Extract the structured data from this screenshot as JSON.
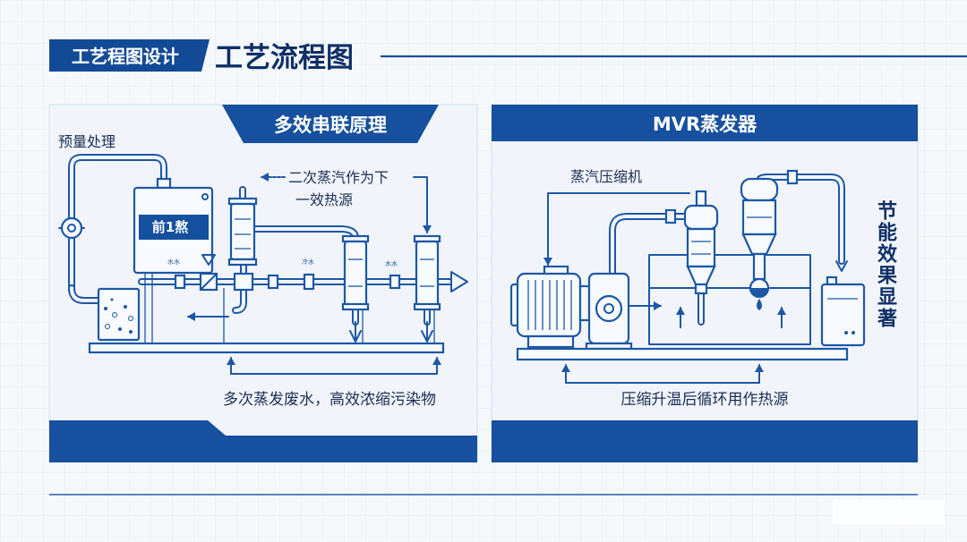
{
  "header": {
    "tag": "工艺程图设计",
    "title": "工艺流程图"
  },
  "left_panel": {
    "title": "多效串联原理",
    "pretreatment_label": "预量处理",
    "tank_label": "前1熬",
    "steam_note_line1": "二次蒸汽作为下",
    "steam_note_line2": "一效热源",
    "pipe_labels": [
      "水水",
      "冷水",
      "水水"
    ],
    "caption": "多次蒸发废水，高效浓缩污染物"
  },
  "right_panel": {
    "title": "MVR蒸发器",
    "compressor_label": "蒸汽压缩机",
    "side_note": "节能效果显著",
    "caption": "压缩升温后循环用作热源"
  },
  "colors": {
    "primary": "#16509e",
    "line": "#1d57a5",
    "navy_text": "#0f2f66",
    "panel_bg": "#f1f5fb",
    "page_bg": "#f6f9fc"
  }
}
